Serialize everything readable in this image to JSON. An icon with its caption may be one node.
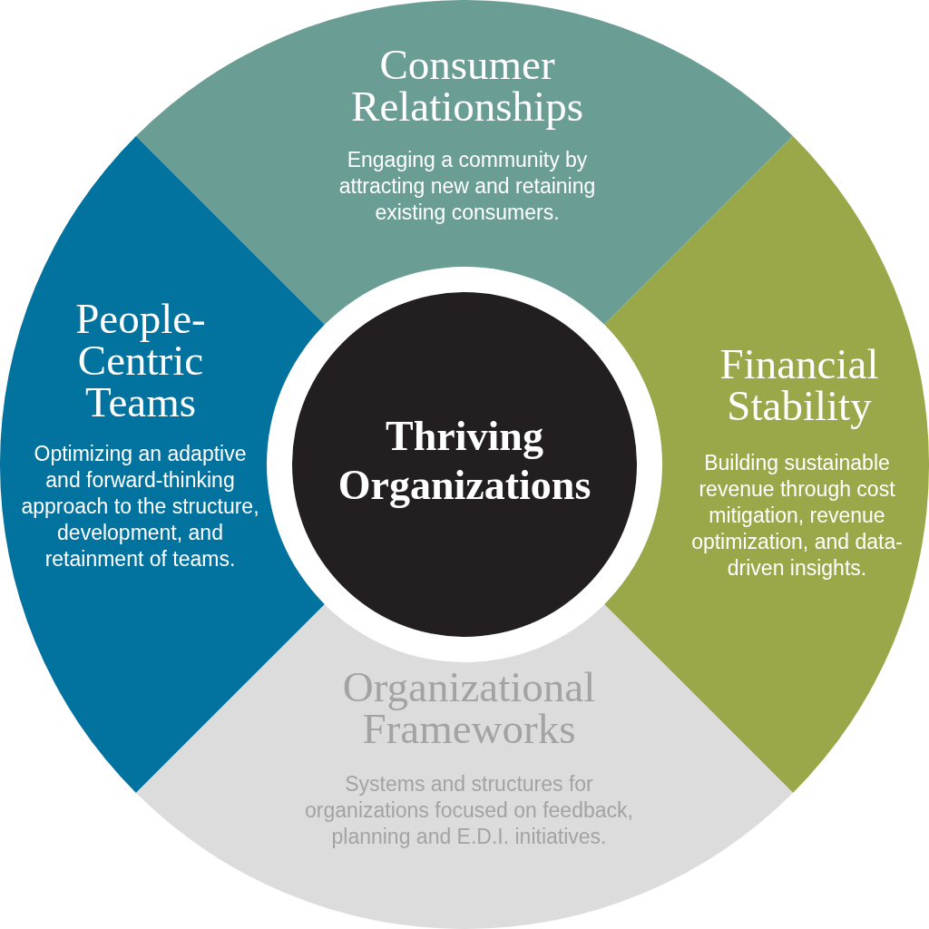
{
  "diagram": {
    "nodes": [
      {
        "text": [
          "Consumer Relationships",
          "Engaging a community by attracting new and retaining existing consumers."
        ]
      },
      {
        "text": [
          "People-Centric Teams",
          "Optimizing an adaptive and forward-thinking approach to the structure, development, and retainment of teams."
        ]
      },
      {
        "text": [
          "Thriving Organizations"
        ]
      },
      {
        "text": [
          "Financial Stability",
          "Building sustainable revenue through cost mitigation, revenue optimization, and data-driven insights."
        ]
      },
      {
        "text": [
          "Organizational Frameworks",
          "Systems and structures for organizations focused on feedback, planning and E.D.I. initiatives."
        ]
      }
    ]
  }
}
